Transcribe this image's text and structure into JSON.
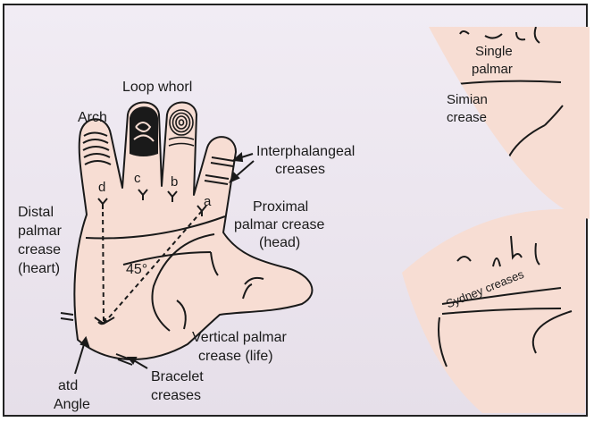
{
  "colors": {
    "skin": "#f7ddd3",
    "line": "#1a1a1a",
    "background": "#ebe4ee"
  },
  "labels": {
    "loop_whorl": "Loop whorl",
    "arch": "Arch",
    "interphalangeal_1": "Interphalangeal",
    "interphalangeal_2": "creases",
    "proximal_1": "Proximal",
    "proximal_2": "palmar crease",
    "proximal_3": "(head)",
    "distal_1": "Distal",
    "distal_2": "palmar",
    "distal_3": "crease",
    "distal_4": "(heart)",
    "angle": "45°",
    "vertical_1": "Vertical palmar",
    "vertical_2": "crease (life)",
    "atd_1": "atd",
    "atd_2": "Angle",
    "bracelet_1": "Bracelet",
    "bracelet_2": "creases",
    "tri_a": "a",
    "tri_b": "b",
    "tri_c": "c",
    "tri_d": "d",
    "single_1": "Single",
    "single_2": "palmar",
    "simian_1": "Simian",
    "simian_2": "crease",
    "sydney": "Sydney creases"
  }
}
